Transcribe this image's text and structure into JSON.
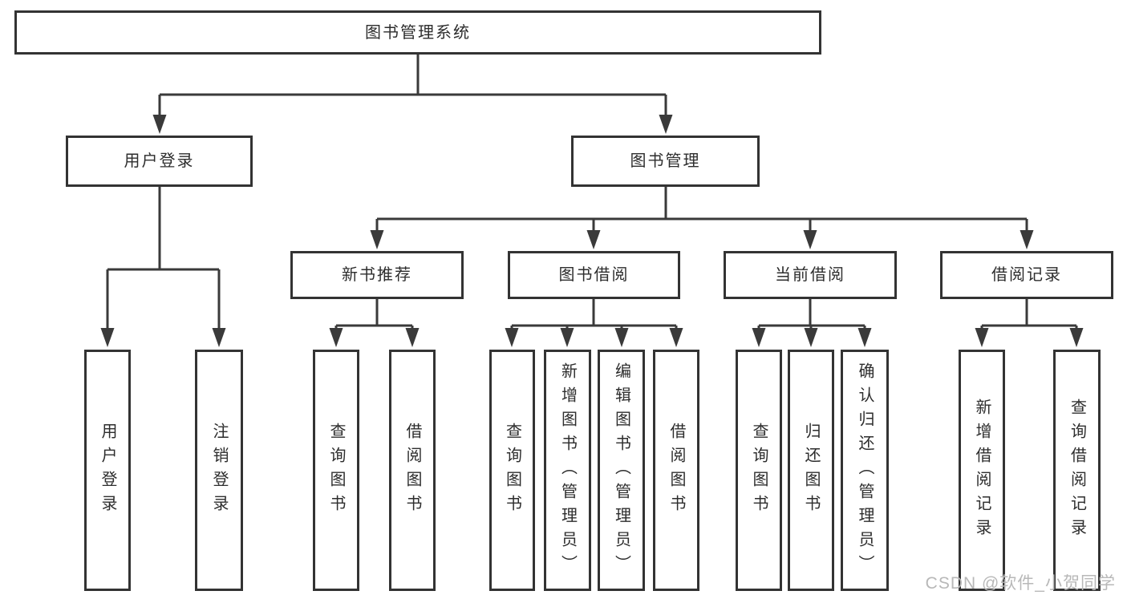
{
  "watermark": "CSDN @软件_小贺同学",
  "colors": {
    "box_border": "#333333",
    "connector_line": "#3a3a3a",
    "text": "#2d2d2d",
    "background": "#ffffff",
    "watermark_text": "#b8b8b8"
  },
  "tree": {
    "label": "图书管理系统",
    "children": [
      {
        "label": "用户登录",
        "children": [
          {
            "label": "用户登录"
          },
          {
            "label": "注销登录"
          }
        ]
      },
      {
        "label": "图书管理",
        "children": [
          {
            "label": "新书推荐",
            "children": [
              {
                "label": "查询图书"
              },
              {
                "label": "借阅图书"
              }
            ]
          },
          {
            "label": "图书借阅",
            "children": [
              {
                "label": "查询图书"
              },
              {
                "label": "新增图书（管理员）"
              },
              {
                "label": "编辑图书（管理员）"
              },
              {
                "label": "借阅图书"
              }
            ]
          },
          {
            "label": "当前借阅",
            "children": [
              {
                "label": "查询图书"
              },
              {
                "label": "归还图书"
              },
              {
                "label": "确认归还（管理员）"
              }
            ]
          },
          {
            "label": "借阅记录",
            "children": [
              {
                "label": "新增借阅记录"
              },
              {
                "label": "查询借阅记录"
              }
            ]
          }
        ]
      }
    ]
  }
}
